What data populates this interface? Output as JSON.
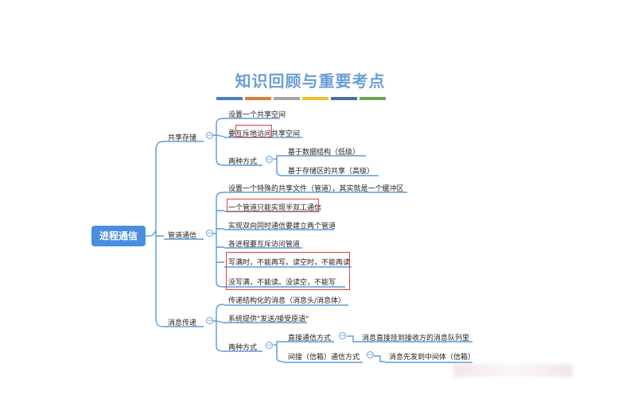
{
  "title": "知识回顾与重要考点",
  "stripe_colors": [
    "#4a7fc1",
    "#e07b39",
    "#a5a5a5",
    "#f2c12e",
    "#4a6fa5",
    "#6aa84f"
  ],
  "root": "进程通信",
  "branches": {
    "shared": {
      "label": "共享存储",
      "items": [
        "设置一个共享空间",
        "要互斥地访问共享空间"
      ],
      "modes": {
        "label": "两种方式",
        "items": [
          "基于数据结构（低级）",
          "基于存储区的共享（高级）"
        ]
      }
    },
    "pipe": {
      "label": "管道通信",
      "items": [
        "设置一个特殊的共享文件（管道），其实就是一个缓冲区",
        "一个管道只能实现半双工通信",
        "实现双向同时通信要建立两个管道",
        "各进程要互斥访问管道",
        "写满时，不能再写。读空时，不能再读",
        "没写满，不能读。没读空，不能写"
      ]
    },
    "message": {
      "label": "消息传递",
      "items": [
        "传递结构化的消息（消息头/消息体）",
        "系统提供\"发送/接受原语\""
      ],
      "modes": {
        "label": "两种方式",
        "direct": {
          "label": "直接通信方式",
          "desc": "消息直接挂到接收方的消息队列里"
        },
        "indirect": {
          "label": "间接（信箱）通信方式",
          "desc": "消息先发到中间体（信箱）"
        }
      }
    }
  },
  "colors": {
    "line": "#5b9bd5",
    "root": "#4a8ee0",
    "highlight": "#e0403c"
  }
}
